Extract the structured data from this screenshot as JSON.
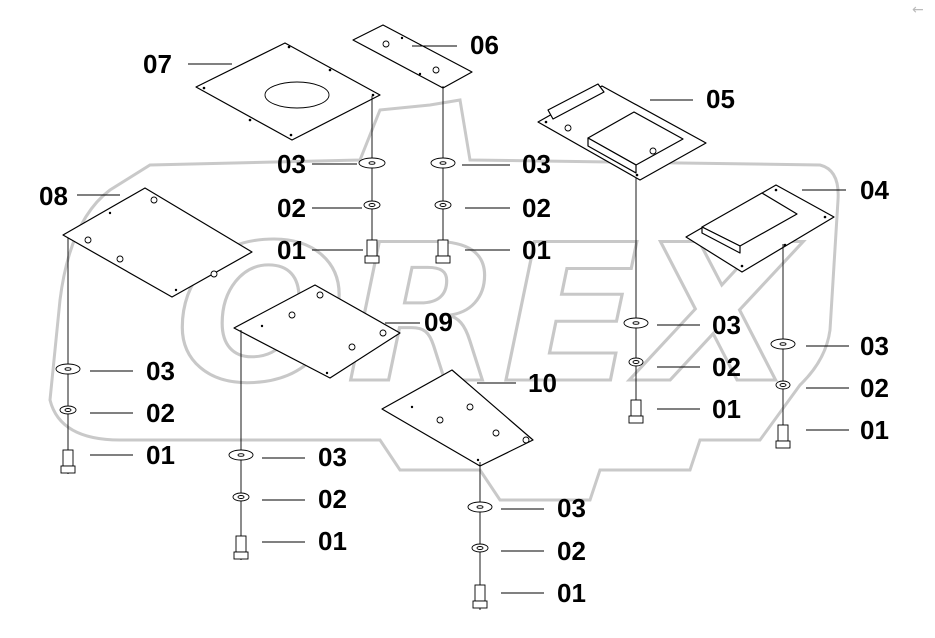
{
  "diagram": {
    "watermark_text": "OREX",
    "corner_mark": "←",
    "labels": {
      "p07": "07",
      "p06": "06",
      "p05": "05",
      "p04": "04",
      "p08": "08",
      "p09": "09",
      "p10": "10",
      "a_03": "03",
      "a_02": "02",
      "a_01": "01",
      "b_03": "03",
      "b_02": "02",
      "b_01": "01",
      "c_03": "03",
      "c_02": "02",
      "c_01": "01",
      "d_03": "03",
      "d_02": "02",
      "d_01": "01",
      "e_03": "03",
      "e_02": "02",
      "e_01": "01",
      "f_03": "03",
      "f_02": "02",
      "f_01": "01",
      "g_03": "03",
      "g_02": "02",
      "g_01": "01"
    },
    "colors": {
      "line": "#000000",
      "watermark": "#c8c8c8",
      "background": "#ffffff"
    }
  }
}
